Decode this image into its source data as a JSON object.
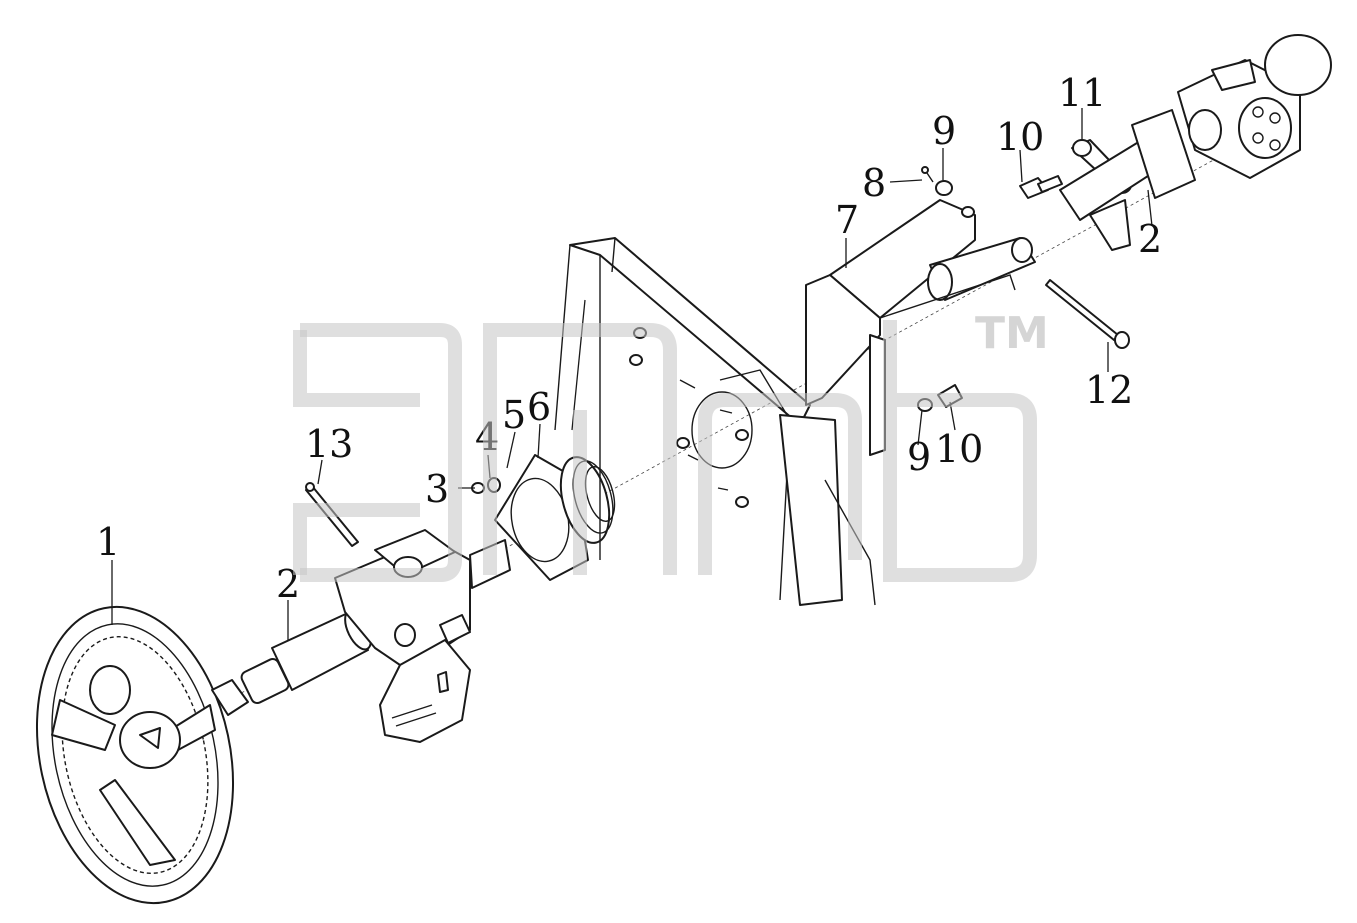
{
  "callouts": [
    {
      "id": "c1",
      "text": "1"
    },
    {
      "id": "c2a",
      "text": "2"
    },
    {
      "id": "c2b",
      "text": "2"
    },
    {
      "id": "c3",
      "text": "3"
    },
    {
      "id": "c4",
      "text": "4"
    },
    {
      "id": "c5",
      "text": "5"
    },
    {
      "id": "c6",
      "text": "6"
    },
    {
      "id": "c7",
      "text": "7"
    },
    {
      "id": "c8",
      "text": "8"
    },
    {
      "id": "c9a",
      "text": "9"
    },
    {
      "id": "c9b",
      "text": "9"
    },
    {
      "id": "c10a",
      "text": "10"
    },
    {
      "id": "c10b",
      "text": "10"
    },
    {
      "id": "c11",
      "text": "11"
    },
    {
      "id": "c12",
      "text": "12"
    },
    {
      "id": "c13",
      "text": "13"
    }
  ],
  "watermark": {
    "trademark": "TM"
  }
}
